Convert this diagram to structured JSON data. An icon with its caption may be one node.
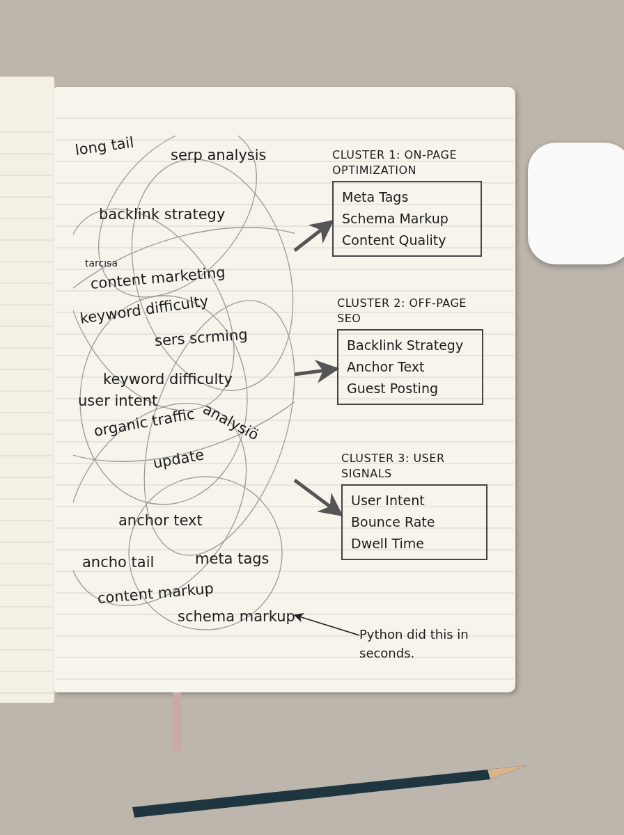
{
  "diagram": {
    "nodes": [
      {
        "text": [
          "long tail",
          "serp analysis",
          "backlink strategy",
          "tarcısa",
          "content marketing",
          "keyword difficulty",
          "sers scrming",
          "keyword difficulty",
          "user intent",
          "analysiö",
          "organic traffic",
          "update",
          "anchor text",
          "ancho tail",
          "meta tags",
          "content markup",
          "schema markup"
        ]
      },
      {
        "text": [
          "CLUSTER 1: ON-PAGE OPTIMIZATION",
          "Meta Tags",
          "Schema Markup",
          "Content Quality"
        ]
      },
      {
        "text": [
          "CLUSTER 2: OFF-PAGE SEO",
          "Backlink Strategy",
          "Anchor Text",
          "Guest Posting"
        ]
      },
      {
        "text": [
          "CLUSTER 3: USER SIGNALS",
          "User Intent",
          "Bounce Rate",
          "Dwell Time"
        ]
      },
      {
        "text": [
          "Python did this in seconds."
        ]
      }
    ],
    "edges": [
      {
        "from": 0,
        "to": 1,
        "arrow": "to"
      },
      {
        "from": 0,
        "to": 2,
        "arrow": "to"
      },
      {
        "from": 0,
        "to": 3,
        "arrow": "to"
      },
      {
        "from": 4,
        "to": 0,
        "arrow": "to"
      }
    ]
  }
}
